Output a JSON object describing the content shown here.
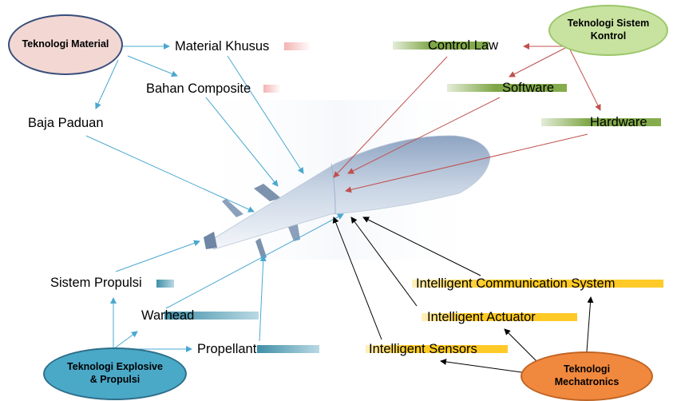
{
  "ovals": {
    "material": {
      "title": "Teknologi Material",
      "fill": "#f2d7d3",
      "stroke": "#384d7a"
    },
    "kontrol": {
      "line1": "Teknologi Sistem",
      "line2": "Kontrol",
      "fill": "#c8e2a0",
      "stroke": "#9cc76a"
    },
    "explosive": {
      "line1": "Teknologi Explosive",
      "line2": "& Propulsi",
      "fill": "#4ba9c8",
      "stroke": "#2d6f8a"
    },
    "mechatronics": {
      "line1": "Teknologi",
      "line2": "Mechatronics",
      "fill": "#f0883e",
      "stroke": "#c06424"
    }
  },
  "labels": {
    "material_khusus": "Material Khusus",
    "bahan_composite": "Bahan Composite",
    "baja_paduan": "Baja Paduan",
    "control_law": "Control Law",
    "software": "Software",
    "hardware": "Hardware",
    "sistem_propulsi": "Sistem Propulsi",
    "warhead": "Warhead",
    "propellant": "Propellant",
    "intelligent_communication": "Intelligent Communication System",
    "intelligent_actuator": "Intelligent Actuator",
    "intelligent_sensors": "Intelligent Sensors"
  },
  "colors": {
    "material_arrow": "#4aa8d0",
    "kontrol_arrow": "#c0504d",
    "explosive_arrow": "#4aa8d0",
    "mechatronics_arrow": "#000000",
    "missile_body": "#9fb2cc"
  }
}
